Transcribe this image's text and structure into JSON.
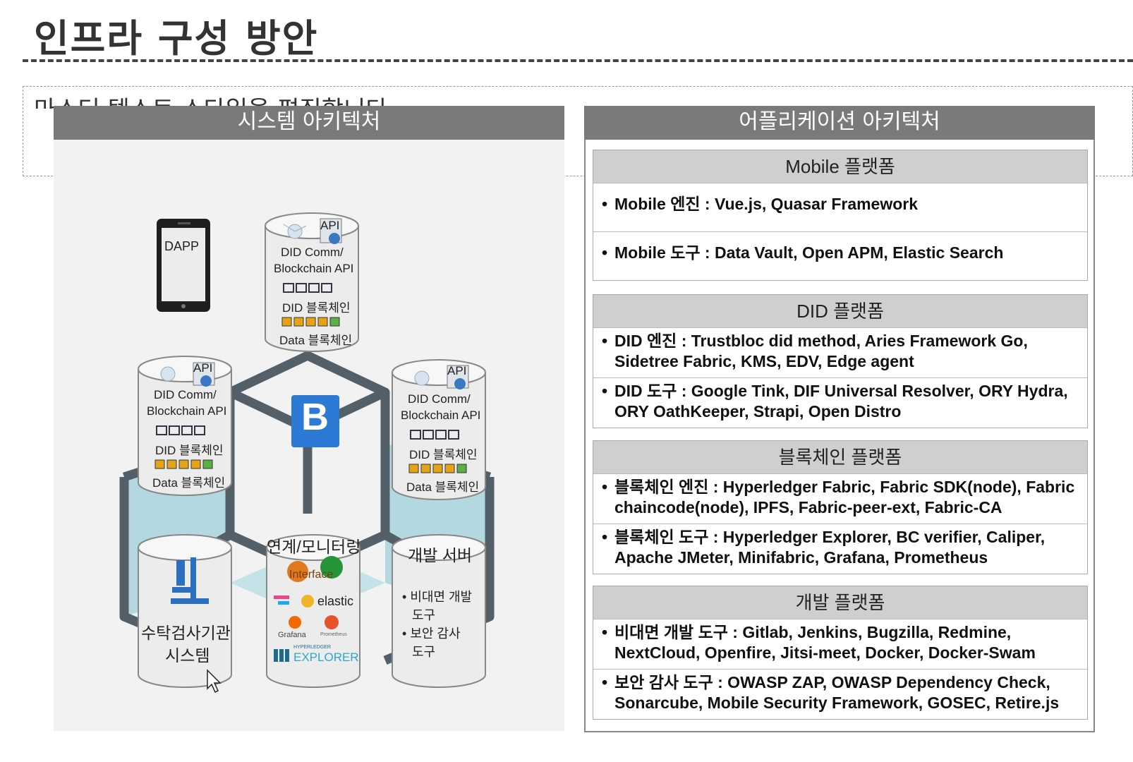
{
  "page": {
    "title": "인프라 구성 방안",
    "placeholder": "마스터 텍스트 스타일을 편집합니다"
  },
  "system": {
    "header": "시스템 아키텍처",
    "dapp_label": "DAPP",
    "did_node": {
      "api": "API",
      "comm": "DID Comm/",
      "blockchain_api": "Blockchain API",
      "did_chain": "DID 블록체인",
      "data_chain": "Data 블록체인"
    },
    "inspection": {
      "line1": "수탁검사기관",
      "line2": "시스템"
    },
    "monitoring": {
      "title": "연계/모니터링",
      "interface": "Interface",
      "elastic": "elastic",
      "grafana": "Grafana",
      "prometheus": "Prometheus",
      "hyperledger": "HYPERLEDGER",
      "explorer": "EXPLORER"
    },
    "dev_server": {
      "title": "개발 서버",
      "items": [
        "비대면 개발",
        "도구",
        "보안 감사",
        "도구"
      ]
    },
    "logo_letter": "B"
  },
  "application": {
    "header": "어플리케이션 아키텍처",
    "sections": [
      {
        "title": "Mobile 플랫폼",
        "items": [
          "Mobile 엔진 : Vue.js, Quasar Framework",
          "Mobile 도구 : Data Vault, Open APM, Elastic Search"
        ]
      },
      {
        "title": "DID 플랫폼",
        "items": [
          "DID 엔진 : Trustbloc did method, Aries Framework Go, Sidetree Fabric, KMS, EDV, Edge agent",
          "DID 도구 : Google Tink, DIF Universal Resolver, ORY Hydra, ORY OathKeeper, Strapi, Open Distro"
        ]
      },
      {
        "title": "블록체인 플랫폼",
        "items": [
          "블록체인 엔진 : Hyperledger Fabric, Fabric SDK(node), Fabric chaincode(node), IPFS, Fabric-peer-ext, Fabric-CA",
          "블록체인 도구 : Hyperledger Explorer, BC verifier, Caliper, Apache JMeter, Minifabric, Grafana, Prometheus"
        ]
      },
      {
        "title": "개발 플랫폼",
        "items": [
          "비대면 개발 도구 : Gitlab, Jenkins, Bugzilla, Redmine, NextCloud, Openfire, Jitsi-meet, Docker, Docker-Swam",
          "보안 감사 도구 : OWASP ZAP, OWASP Dependency Check, Sonarcube, Mobile Security Framework, GOSEC, Retire.js"
        ]
      }
    ]
  },
  "colors": {
    "header_bg": "#7a7a7a",
    "section_head_bg": "#cfcfcf",
    "structure": "#53606a",
    "glass": "#a9d3dc",
    "logo_blue": "#2c7ad6"
  }
}
